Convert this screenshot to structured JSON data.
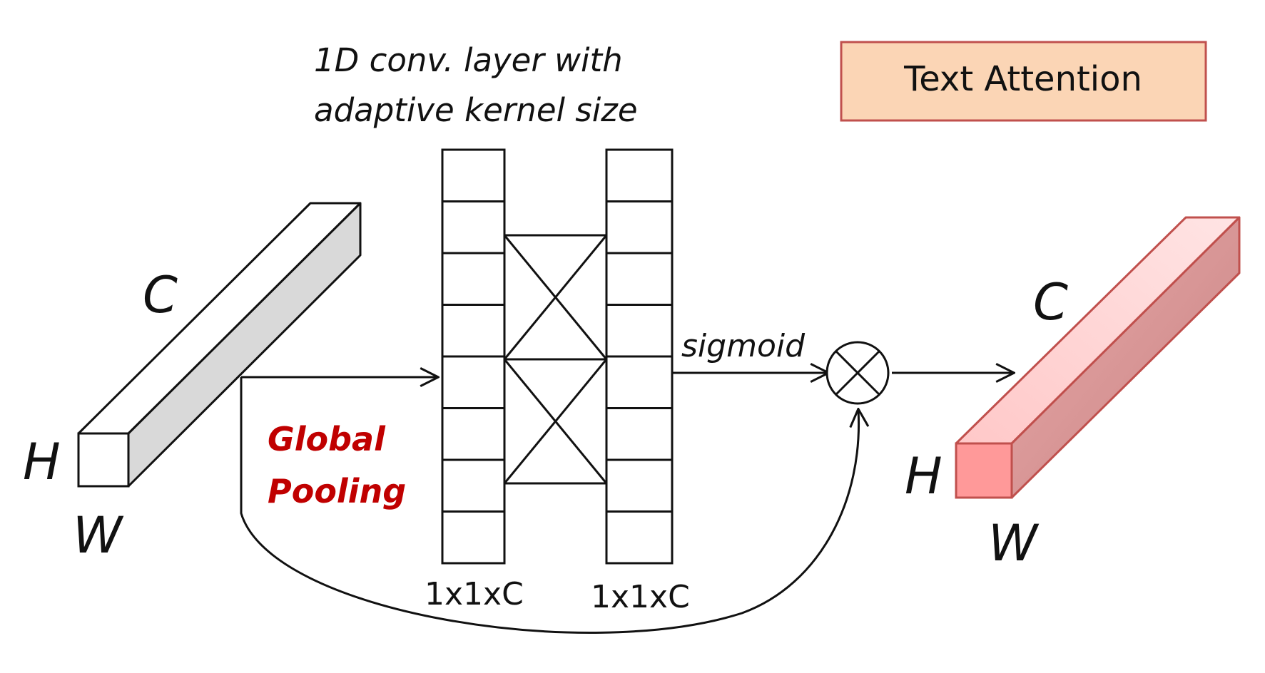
{
  "title_box": {
    "text": "Text Attention",
    "fill": "#fbd5b5",
    "stroke": "#c0504d"
  },
  "conv_caption": {
    "line1": "1D conv. layer with",
    "line2": "adaptive kernel size"
  },
  "input_tensor": {
    "c_label": "C",
    "h_label": "H",
    "w_label": "W"
  },
  "output_tensor": {
    "c_label": "C",
    "h_label": "H",
    "w_label": "W",
    "front_fill": "#ff9999",
    "top_fill": "#ffd0d0",
    "side_fill": "#d98c8c",
    "stroke": "#c0504d"
  },
  "pooling_label": {
    "line1": "Global",
    "line2": "Pooling",
    "color": "#c00000"
  },
  "column_left": {
    "label": "1x1xC",
    "cells": 8
  },
  "column_right": {
    "label": "1x1xC",
    "cells": 8
  },
  "sigmoid_label": "sigmoid",
  "multiply_op": {
    "symbol": "⊗",
    "icon": "multiply-circle-icon"
  }
}
